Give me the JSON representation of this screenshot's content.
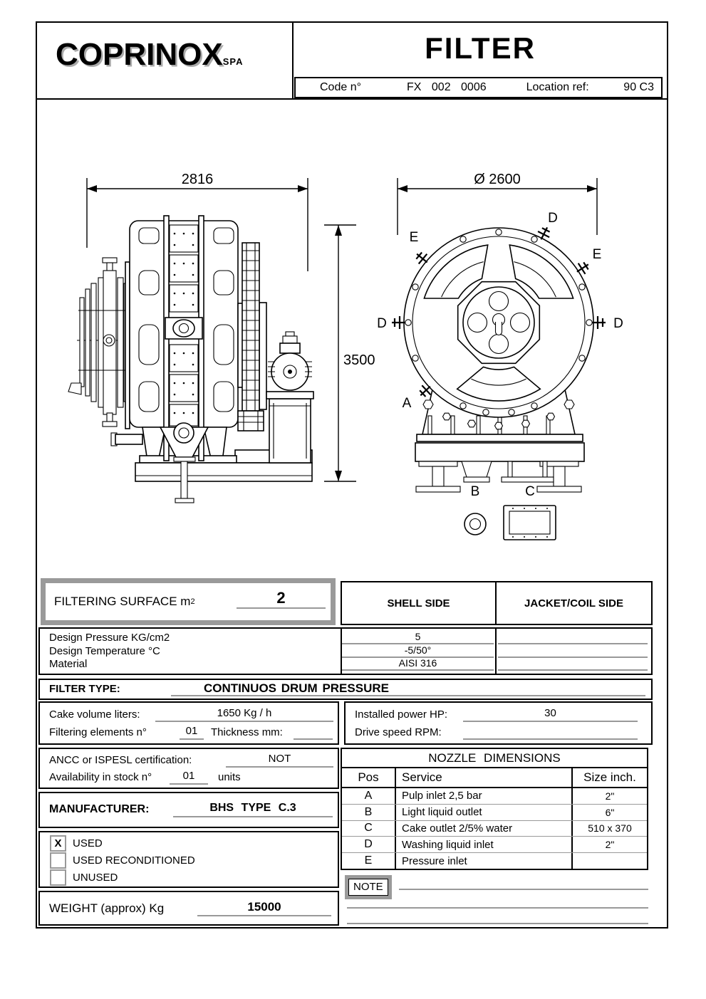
{
  "header": {
    "logo": "COPRINOX",
    "logo_suffix": "SPA",
    "title": "FILTER",
    "code_label": "Code n°",
    "code_value": "FX 002 0006",
    "location_label": "Location ref:",
    "location_value": "90 C3"
  },
  "drawing": {
    "dim_width": "2816",
    "dim_height": "3500",
    "dim_diameter": "Ø 2600",
    "nozzle_labels": {
      "d_top": "D",
      "e_left": "E",
      "e_right": "E",
      "d_west": "D",
      "d_east": "D",
      "a": "A",
      "b": "B",
      "c": "C"
    }
  },
  "filtering_surface": {
    "label": "FILTERING SURFACE m",
    "sup": "2",
    "value": "2"
  },
  "sides": {
    "shell": "SHELL SIDE",
    "jacket": "JACKET/COIL SIDE"
  },
  "design_rows": [
    {
      "label": "Design Pressure KG/cm2",
      "shell": "5",
      "jacket": ""
    },
    {
      "label": "Design Temperature °C",
      "shell": "-5/50°",
      "jacket": ""
    },
    {
      "label": "Material",
      "shell": "AISI 316",
      "jacket": ""
    }
  ],
  "filter_type": {
    "label": "FILTER TYPE:",
    "value": "CONTINUOS DRUM PRESSURE"
  },
  "cake": {
    "label": "Cake volume liters:",
    "value": "1650 Kg / h"
  },
  "elements": {
    "label": "Filtering elements n°",
    "value": "01",
    "thickness_label": "Thickness mm:",
    "thickness_value": ""
  },
  "power": {
    "label": "Installed power HP:",
    "value": "30"
  },
  "rpm": {
    "label": "Drive speed RPM:",
    "value": ""
  },
  "certification": {
    "label": "ANCC or ISPESL certification:",
    "value": "NOT"
  },
  "stock": {
    "label": "Availability in stock n°",
    "value": "01",
    "units": "units"
  },
  "manufacturer": {
    "label": "MANUFACTURER:",
    "value": "BHS TYPE C.3"
  },
  "condition_options": [
    {
      "mark": "X",
      "label": "USED"
    },
    {
      "mark": "",
      "label": "USED RECONDITIONED"
    },
    {
      "mark": "",
      "label": "UNUSED"
    }
  ],
  "weight": {
    "label": "WEIGHT (approx) Kg",
    "value": "15000"
  },
  "nozzles": {
    "title": "NOZZLE DIMENSIONS",
    "headers": {
      "pos": "Pos",
      "service": "Service",
      "size": "Size inch."
    },
    "rows": [
      {
        "pos": "A",
        "service": "Pulp inlet  2,5 bar",
        "size": "2\""
      },
      {
        "pos": "B",
        "service": "Light liquid outlet",
        "size": "6\""
      },
      {
        "pos": "C",
        "service": "Cake outlet 2/5% water",
        "size": "510 x 370"
      },
      {
        "pos": "D",
        "service": "Washing liquid inlet",
        "size": "2\""
      },
      {
        "pos": "E",
        "service": "Pressure inlet",
        "size": ""
      }
    ]
  },
  "note_label": "NOTE"
}
